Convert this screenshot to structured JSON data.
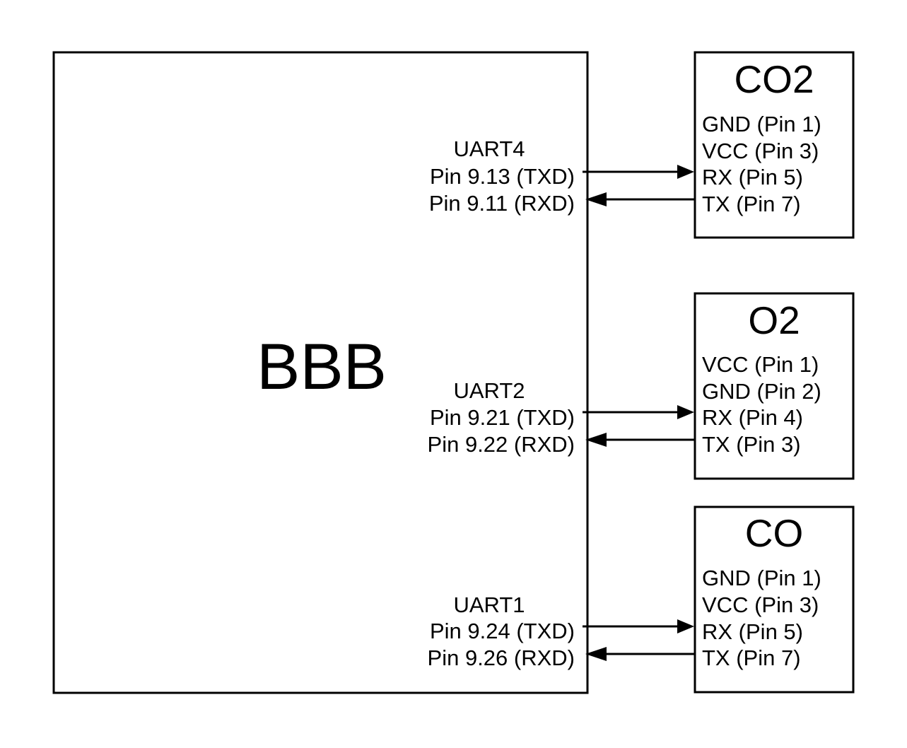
{
  "main_block": {
    "label": "BBB"
  },
  "links": [
    {
      "uart": "UART4",
      "txd": "Pin 9.13 (TXD)",
      "rxd": "Pin 9.11 (RXD)",
      "sensor": {
        "name": "CO2",
        "pins": [
          "GND (Pin 1)",
          "VCC (Pin 3)",
          "RX (Pin 5)",
          "TX (Pin 7)"
        ]
      }
    },
    {
      "uart": "UART2",
      "txd": "Pin 9.21 (TXD)",
      "rxd": "Pin 9.22 (RXD)",
      "sensor": {
        "name": "O2",
        "pins": [
          "VCC (Pin 1)",
          "GND (Pin 2)",
          "RX (Pin 4)",
          "TX (Pin 3)"
        ]
      }
    },
    {
      "uart": "UART1",
      "txd": "Pin 9.24 (TXD)",
      "rxd": "Pin 9.26 (RXD)",
      "sensor": {
        "name": "CO",
        "pins": [
          "GND (Pin 1)",
          "VCC (Pin 3)",
          "RX (Pin 5)",
          "TX (Pin 7)"
        ]
      }
    }
  ]
}
